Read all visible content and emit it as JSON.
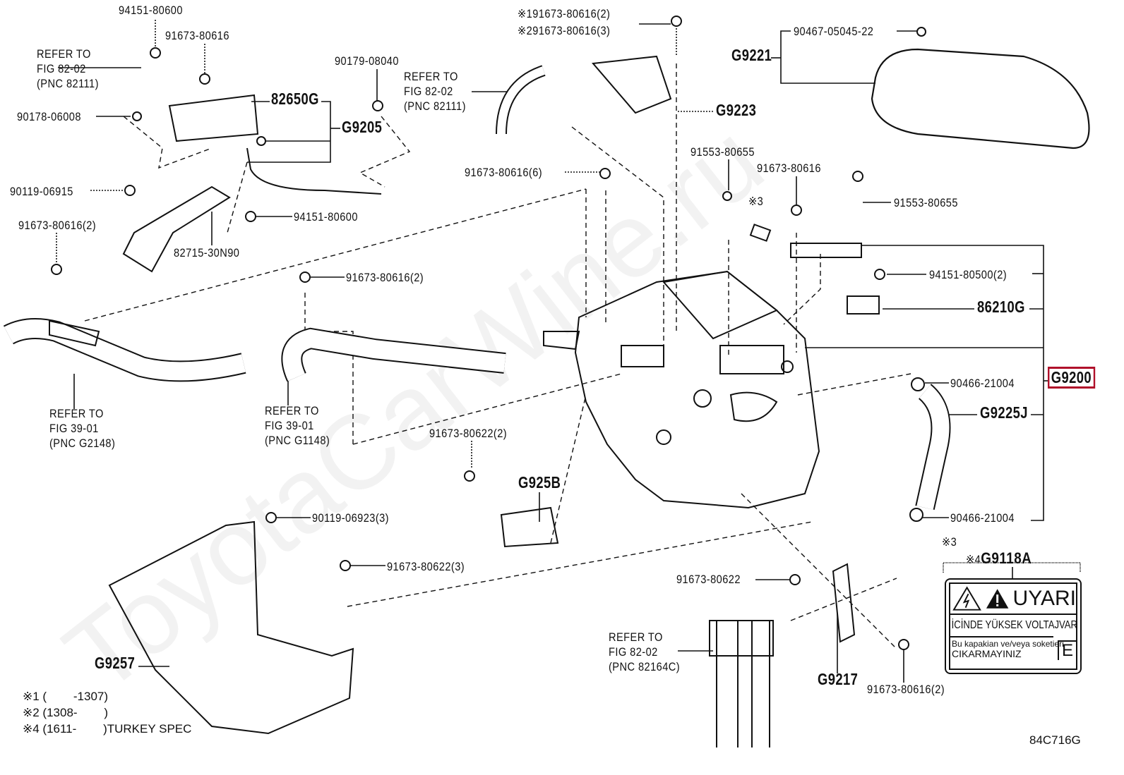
{
  "watermark": "ToyotaCarWine.ru",
  "accent_color": "#b0102a",
  "labels": {
    "p94151_80600_top": "94151-80600",
    "p91673_80616_top": "91673-80616",
    "p90178_06008": "90178-06008",
    "p82650G": "82650G",
    "pG9205": "G9205",
    "p90179_08040": "90179-08040",
    "p91673_80616_s1": "91673-80616(2)",
    "p91673_80616_s2": "91673-80616(3)",
    "s1": "※1",
    "s2": "※2",
    "p90467_05045_22": "90467-05045-22",
    "pG9221": "G9221",
    "pG9223": "G9223",
    "p91673_80616_6": "91673-80616(6)",
    "p91553_80655_a": "91553-80655",
    "p91673_80616_mid": "91673-80616",
    "s3_mid": "※3",
    "p91553_80655_b": "91553-80655",
    "p90119_06915": "90119-06915",
    "p94151_80600_mid": "94151-80600",
    "p91673_80616_2_left": "91673-80616(2)",
    "p82715_30N90": "82715-30N90",
    "p91673_80616_2_center": "91673-80616(2)",
    "p94151_80500_2": "94151-80500(2)",
    "p86210G": "86210G",
    "pG9200": "G9200",
    "p90466_21004_a": "90466-21004",
    "pG9225J": "G9225J",
    "p91673_80622_2": "91673-80622(2)",
    "pG925B": "G925B",
    "p90466_21004_b": "90466-21004",
    "p90119_06923_3": "90119-06923(3)",
    "p91673_80622_3": "91673-80622(3)",
    "s3_label": "※3",
    "s4_G9118A": "※4",
    "pG9118A": "G9118A",
    "p91673_80622": "91673-80622",
    "pG9257": "G9257",
    "pG9217": "G9217",
    "p91673_80616_2_br": "91673-80616(2)",
    "diagram_code": "84C716G"
  },
  "refs": {
    "r1": [
      "REFER TO",
      "FIG 82-02",
      "(PNC 82111)"
    ],
    "r2": [
      "REFER TO",
      "FIG 82-02",
      "(PNC 82111)"
    ],
    "r3": [
      "REFER TO",
      "FIG 39-01",
      "(PNC G2148)"
    ],
    "r4": [
      "REFER TO",
      "FIG 39-01",
      "(PNC G1148)"
    ],
    "r5": [
      "REFER TO",
      "FIG 82-02",
      "(PNC 82164C)"
    ]
  },
  "warning_label": {
    "title": "UYARI",
    "line1": "İCİNDE YÜKSEK VOLTAJVAR",
    "line2": "Bu kapakian ve/veya soketieri",
    "line3": "CIKARMAYINIZ",
    "corner": "E"
  },
  "footnotes": [
    "※1 (        -1307)",
    "※2 (1308-        )",
    "※4 (1611-        )TURKEY SPEC"
  ]
}
